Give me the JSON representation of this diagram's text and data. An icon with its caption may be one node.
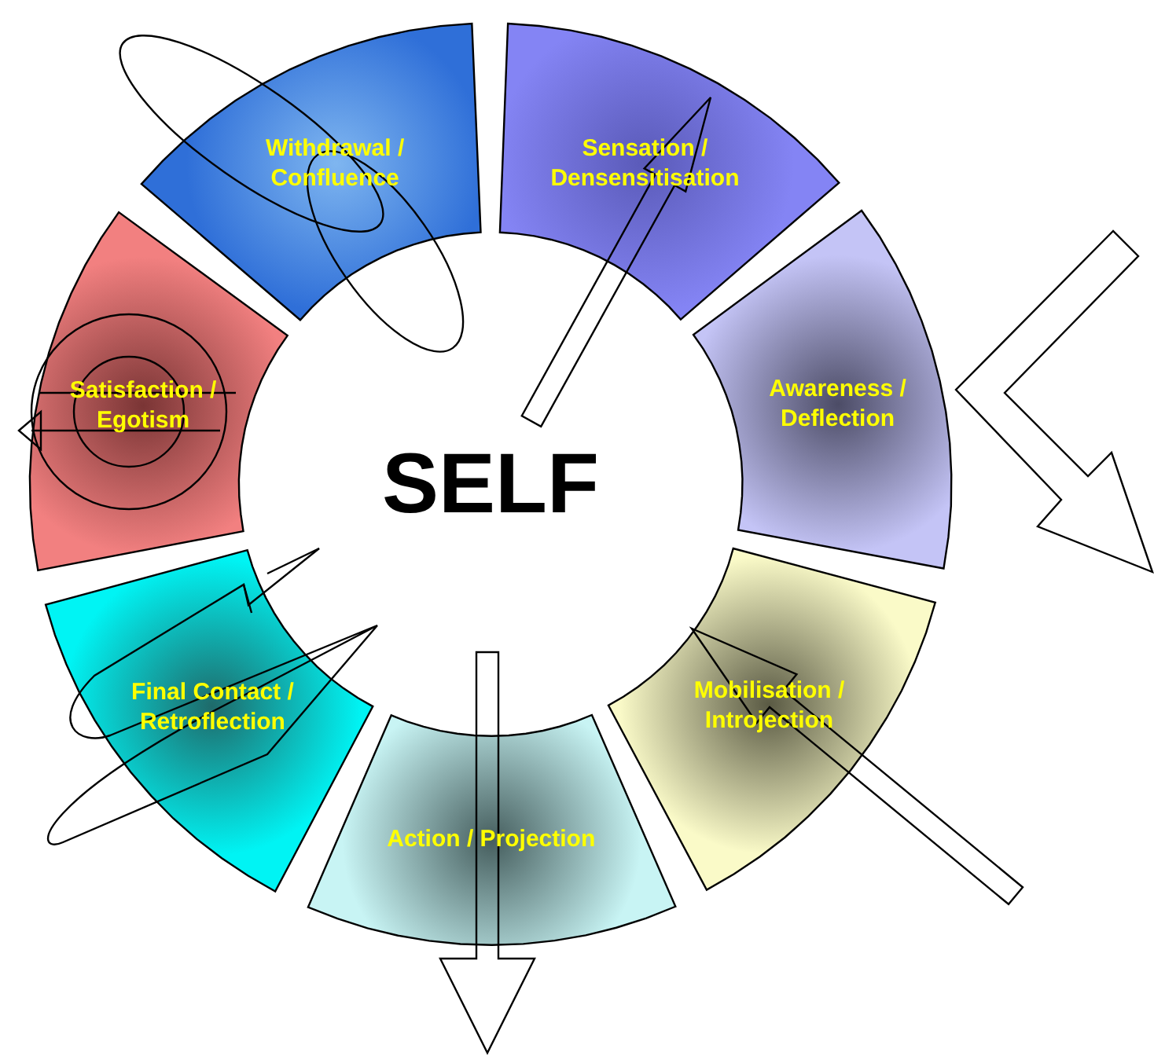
{
  "diagram": {
    "nodes": [
      {
        "text": [
          "Withdrawal / Confluence"
        ]
      },
      {
        "text": [
          "Sensation / Densensitisation"
        ]
      },
      {
        "text": [
          "Satisfaction / Egotism"
        ]
      },
      {
        "text": [
          "Awareness / Deflection"
        ]
      },
      {
        "text": [
          "Final Contact / Retroflection"
        ]
      },
      {
        "text": [
          "Mobilisation / Introjection"
        ]
      },
      {
        "text": [
          "Action / Projection"
        ]
      }
    ],
    "labels": [
      "SELF"
    ]
  }
}
